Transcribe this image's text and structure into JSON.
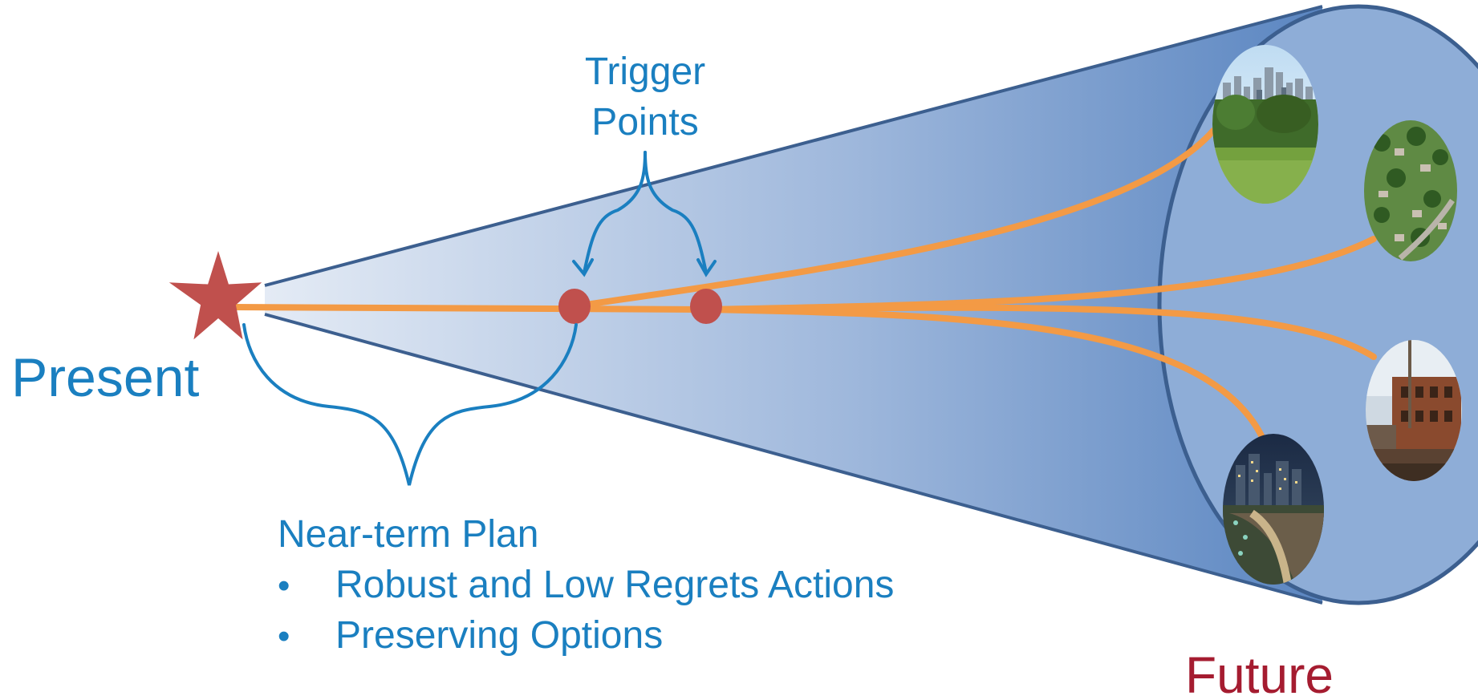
{
  "labels": {
    "present": "Present",
    "future": "Future",
    "trigger_line1": "Trigger",
    "trigger_line2": "Points",
    "plan_title": "Near-term Plan",
    "bullet_marker": "•",
    "bullets": [
      "Robust and Low Regrets Actions",
      "Preserving Options"
    ]
  },
  "icons": {
    "present_marker": "star",
    "trigger_marker": "dot",
    "scenario_images": [
      "city-skyline-park-photo",
      "suburban-neighborhood-aerial-photo",
      "industrial-brick-buildings-photo",
      "city-night-river-photo"
    ]
  },
  "colors": {
    "present_text": "#1a7fc0",
    "future_text": "#a51c30",
    "label_text": "#1a7fc0",
    "brace": "#1a7fc0",
    "pathways": "#f39a45",
    "star": "#c0504d",
    "trigger_dot": "#c0504d",
    "cone_light": "#e4ebf5",
    "cone_dark": "#5b86c1",
    "cone_outline": "#3c5f8f",
    "ellipse_fill": "#8eadd7"
  }
}
